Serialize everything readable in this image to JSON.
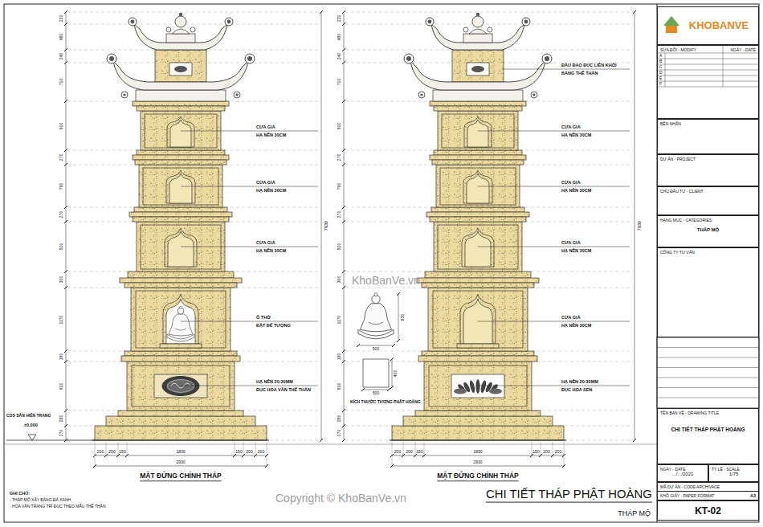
{
  "diagram": {
    "title": "CHI TIẾT THÁP PHẬT HOÀNG",
    "nodes": [
      {
        "text": [
          "KHOBANVE"
        ]
      },
      {
        "text": [
          "SỬA ĐỔI - MODIFY",
          "NGÀY - DATE"
        ]
      },
      {
        "text": [
          "BÊN NHẬN"
        ]
      },
      {
        "text": [
          "DỰ ÁN - PROJECT"
        ]
      },
      {
        "text": [
          "CHỦ ĐẦU TƯ - CLIENT"
        ]
      },
      {
        "text": [
          "HẠNG MỤC - CATEGORIES",
          "THÁP MỘ"
        ]
      },
      {
        "text": [
          "CÔNG TY TƯ VẤN"
        ]
      },
      {
        "text": [
          "TÊN BẢN VẼ - DRAWING TITLE",
          "CHI TIẾT THÁP PHẬT HOÀNG"
        ]
      },
      {
        "text": [
          "NGÀY - DATE",
          ".../.../2021"
        ]
      },
      {
        "text": [
          "TỶ LỆ - SCALE",
          "1/75"
        ]
      },
      {
        "text": [
          "MÃ DỰ ÁN - CODE ARCHIVAGE"
        ]
      },
      {
        "text": [
          "KHỔ GIẤY - PAPER FORMAT",
          "A3"
        ]
      },
      {
        "text": [
          "KT-02"
        ]
      }
    ],
    "labels": [
      "CỬA GIẢ",
      "HẠ NỀN 30CM",
      "CỬA GIẢ",
      "HẠ NỀN 30CM",
      "CỬA GIẢ",
      "HẠ NỀN 30CM",
      "Ô THỜ",
      "ĐẶT ĐẾ TƯỢNG",
      "HẠ NỀN 20-30MM",
      "ĐỤC HOA VĂN THẾ THẦN",
      "ĐẦU ĐAO ĐỤC LIỀN KHỐI",
      "BẰNG THẾ THẦN",
      "CỬA GIẢ",
      "HẠ NỀN 30CM",
      "CỬA GIẢ",
      "HẠ NỀN 30CM",
      "CỬA GIẢ",
      "HẠ NỀN 30CM",
      "CỬA GIẢ",
      "HẠ NỀN 30CM",
      "HẠ NỀN 20-30MM",
      "ĐỤC HOA SEN",
      "KÍCH THƯỚC TƯỢNG PHẬT HOÀNG",
      "500",
      "630",
      "500",
      "400",
      "200",
      "200",
      "150",
      "1830",
      "150",
      "200",
      "200",
      "2930",
      "200",
      "200",
      "150",
      "1830",
      "150",
      "200",
      "200",
      "2930",
      "MẶT ĐỨNG CHÍNH THÁP",
      "MẶT ĐỨNG CHÍNH THÁP",
      "COS SÂN HIỆN TRẠNG",
      "±0.000",
      "GHI CHÚ:",
      "- THÁP MỘ XÂY BẰNG ĐÁ XANH",
      "- HOA VĂN TRANG TRÍ ĐỤC THEO MẪU THẾ THẦN",
      "THÁP MỘ",
      "KhoBanVe.vn",
      "Copyright © KhoBanVe.vn",
      "7930",
      "7930",
      "220",
      "480",
      "240",
      "710",
      "910",
      "270",
      "790",
      "270",
      "920",
      "300",
      "1170",
      "190",
      "910",
      "280",
      "270",
      "220",
      "480",
      "240",
      "710",
      "910",
      "270",
      "790",
      "270",
      "920",
      "300",
      "1170",
      "190",
      "910",
      "280",
      "270",
      "A",
      "B",
      "C",
      "D",
      "E",
      "F"
    ]
  }
}
